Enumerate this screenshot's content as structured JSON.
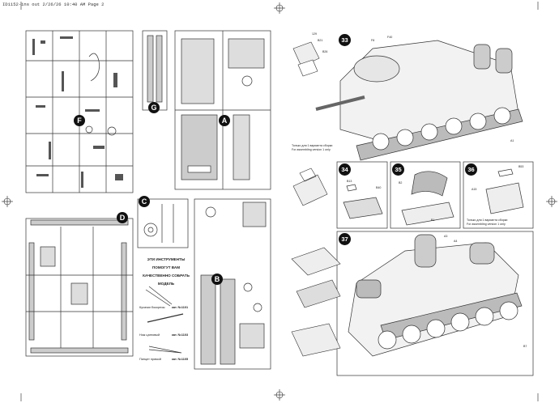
{
  "header": {
    "text": "ID1152-ins out  2/26/26  10:40 AM  Page 2"
  },
  "sprues": [
    {
      "id": "F",
      "label": "F"
    },
    {
      "id": "G",
      "label": "G"
    },
    {
      "id": "A",
      "label": "A"
    },
    {
      "id": "C",
      "label": "C"
    },
    {
      "id": "D",
      "label": "D"
    },
    {
      "id": "B",
      "label": "B"
    }
  ],
  "steps": [
    {
      "id": "33",
      "label": "33"
    },
    {
      "id": "34",
      "label": "34"
    },
    {
      "id": "35",
      "label": "35"
    },
    {
      "id": "36",
      "label": "36"
    },
    {
      "id": "37",
      "label": "37"
    }
  ],
  "notes": {
    "assembly_ru_1": "Только для 1 варианта сборки",
    "assembly_en_1": "For assembling version 1 only",
    "assembly_ru_2": "Только для 1 варианта сборки",
    "assembly_en_2": "For assembling version 1 only"
  },
  "tools": {
    "heading_1": "ЭТИ ИНСТРУМЕНТЫ",
    "heading_2": "ПОМОГУТ ВАМ",
    "heading_3": "КАЧЕСТВЕННО СОБРАТЬ",
    "heading_4": "МОДЕЛЬ",
    "tool_1_name": "Кусачки бокорезы",
    "tool_1_cat": "кат. №1101",
    "tool_2_name": "Нож цанговый",
    "tool_2_cat": "кат. №1103",
    "tool_3_name": "Пинцет прямой",
    "tool_3_cat": "кат. №1105"
  },
  "part_labels": {
    "s33_a": "129",
    "s33_b": "B21",
    "s33_c": "B26",
    "s33_d": "F40",
    "s33_e": "F8",
    "s33_f": "A1",
    "s34_a": "B13",
    "s34_b": "B40",
    "s35_a": "B2",
    "s35_b": "B1",
    "s36_a": "A15",
    "s36_b": "B53",
    "s37_a": "A3",
    "s37_b": "A4",
    "s37_c": "B7"
  }
}
